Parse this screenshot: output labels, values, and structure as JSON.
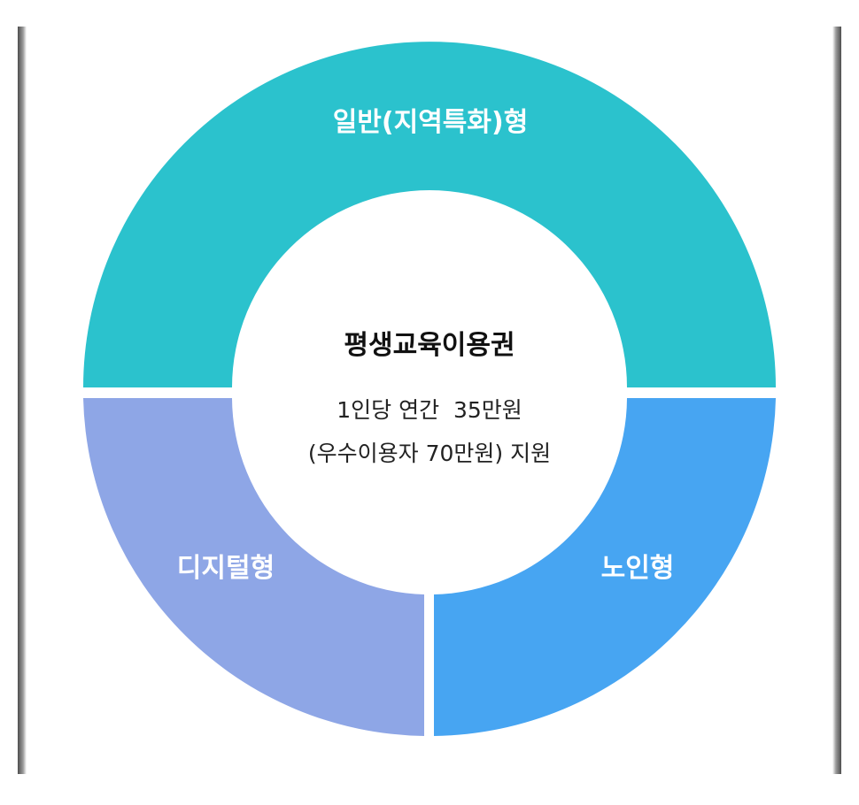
{
  "diagram": {
    "center": {
      "title": "평생교육이용권",
      "line1": "1인당 연간  35만원",
      "line2": "(우수이용자 70만원) 지원"
    },
    "segments": {
      "top": {
        "label": "일반(지역특화)형",
        "color": "#2bc2cd"
      },
      "left": {
        "label": "디지털형",
        "color": "#8ea6e6"
      },
      "right": {
        "label": "노인형",
        "color": "#47a5f2"
      }
    }
  }
}
